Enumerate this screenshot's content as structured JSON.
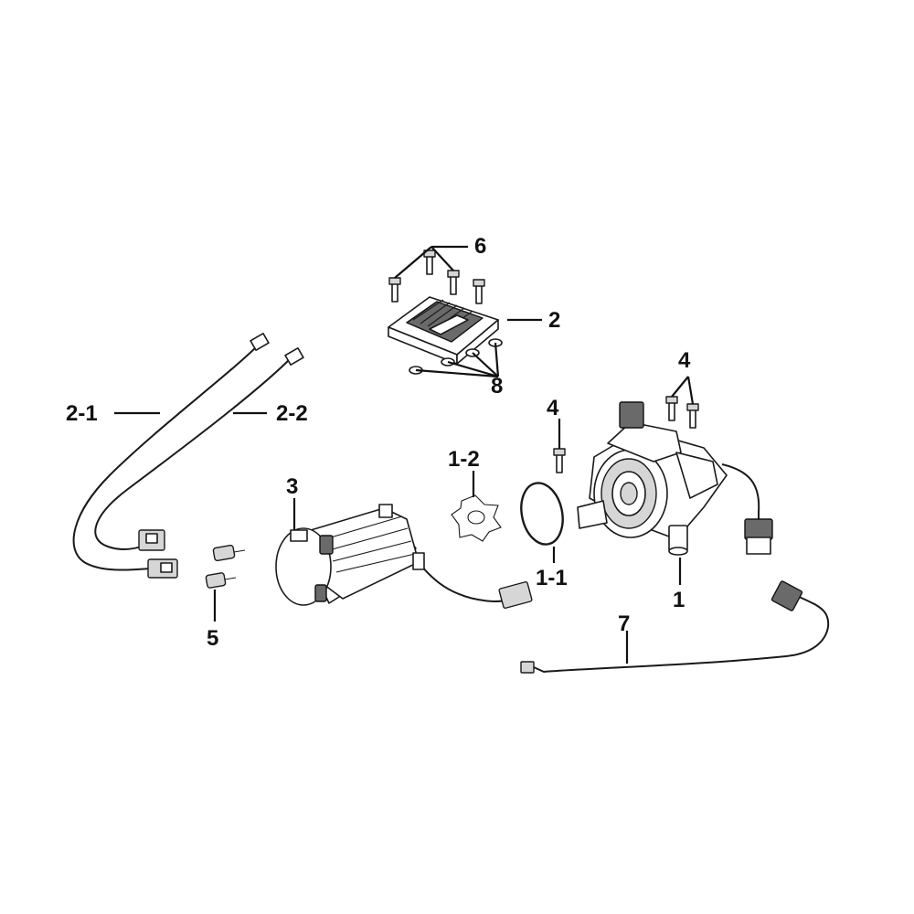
{
  "labels": {
    "l6": "6",
    "l2": "2",
    "l8": "8",
    "l4a": "4",
    "l4b": "4",
    "l21": "2-1",
    "l22": "2-2",
    "l3": "3",
    "l12": "1-2",
    "l11": "1-1",
    "l1": "1",
    "l5": "5",
    "l7": "7"
  }
}
